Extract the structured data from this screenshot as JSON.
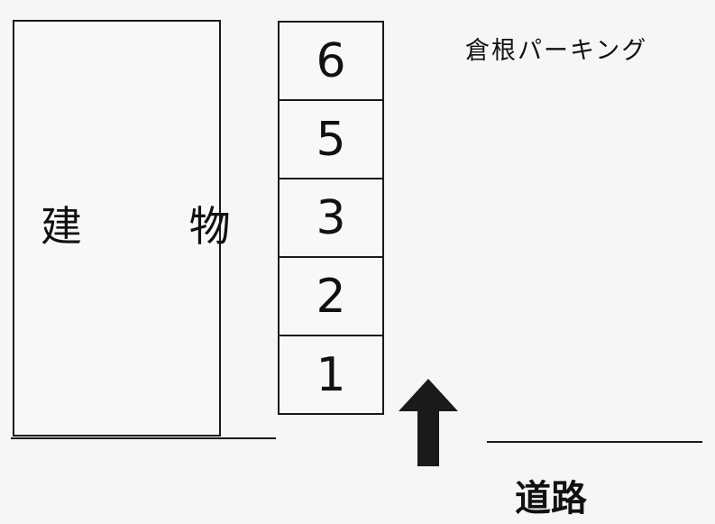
{
  "building": {
    "label": "建 物"
  },
  "parking": {
    "name": "倉根パーキング",
    "stalls": [
      "6",
      "5",
      "3",
      "2",
      "1"
    ]
  },
  "road": {
    "label": "道路"
  },
  "icons": {
    "entrance_arrow": "arrow-up-icon"
  },
  "colors": {
    "line": "#1a1a1a",
    "background": "#f6f6f6"
  }
}
